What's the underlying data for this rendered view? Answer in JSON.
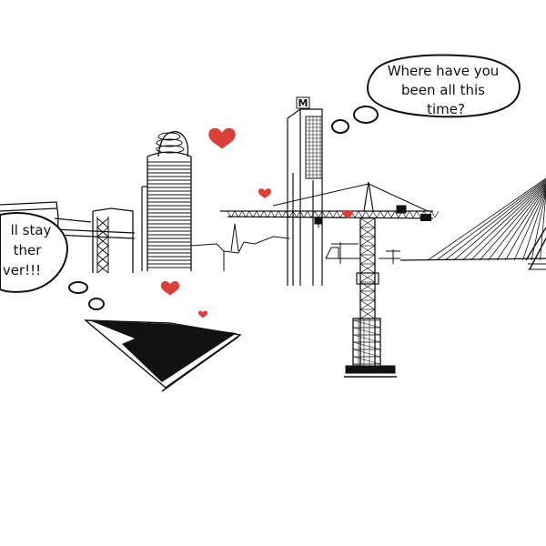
{
  "bubbles": {
    "right": {
      "lines": [
        "Where have you",
        "been all this",
        "time?"
      ]
    },
    "left": {
      "lines": [
        "ll stay",
        "ther",
        "ver!!!"
      ]
    }
  },
  "tower_sign": "M",
  "colors": {
    "heart": "#d9403a",
    "ink": "#111111",
    "background": "#ffffff"
  }
}
